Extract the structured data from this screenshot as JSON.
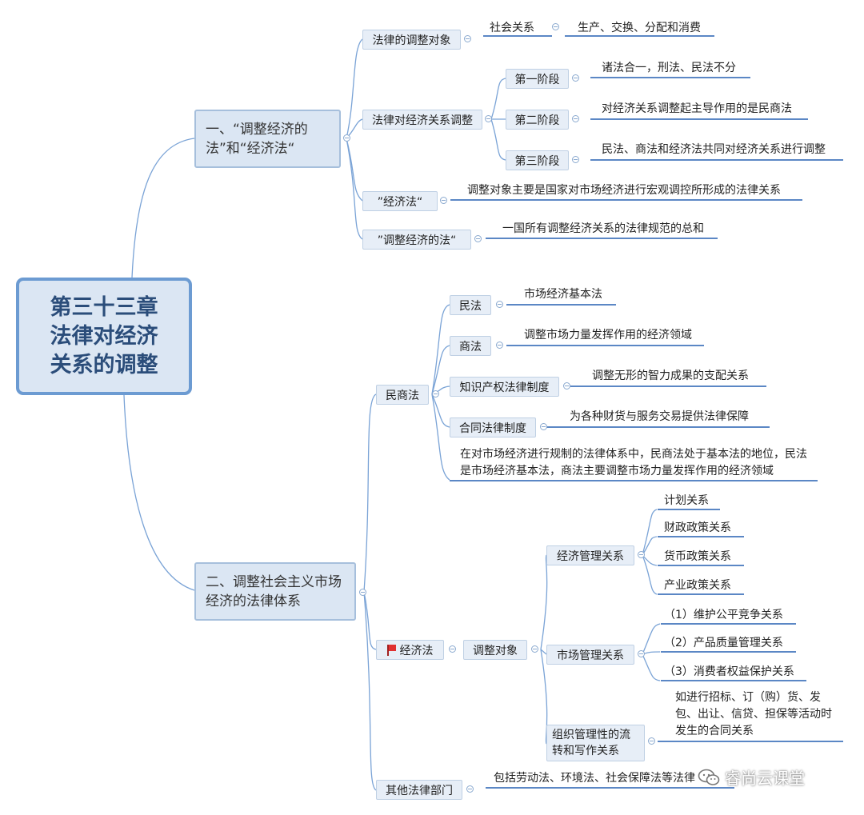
{
  "root": {
    "title": "第三十三章\n法律对经济\n关系的调整"
  },
  "branch1": {
    "title": "一、“调整经济的法”和“经济法“",
    "nodes": {
      "object": {
        "label": "法律的调整对象",
        "child": "社会关系",
        "grandchild": "生产、交换、分配和消费"
      },
      "adjust": {
        "label": "法律对经济关系调整",
        "stages": [
          {
            "label": "第一阶段",
            "desc": "诸法合一，刑法、民法不分"
          },
          {
            "label": "第二阶段",
            "desc": "对经济关系调整起主导作用的是民商法"
          },
          {
            "label": "第三阶段",
            "desc": "民法、商法和经济法共同对经济关系进行调整"
          }
        ]
      },
      "econlaw": {
        "label": "”经济法“",
        "desc": "调整对象主要是国家对市场经济进行宏观调控所形成的法律关系"
      },
      "adjlaw": {
        "label": "”调整经济的法“",
        "desc": "一国所有调整经济关系的法律规范的总和"
      }
    }
  },
  "branch2": {
    "title": "二、调整社会主义市场经济的法律体系",
    "civil": {
      "label": "民商法",
      "items": [
        {
          "label": "民法",
          "desc": "市场经济基本法"
        },
        {
          "label": "商法",
          "desc": "调整市场力量发挥作用的经济领域"
        },
        {
          "label": "知识产权法律制度",
          "desc": "调整无形的智力成果的支配关系"
        },
        {
          "label": "合同法律制度",
          "desc": "为各种财货与服务交易提供法律保障"
        }
      ],
      "summary": "在对市场经济进行规制的法律体系中，民商法处于基本法的地位，民法是市场经济基本法，商法主要调整市场力量发挥作用的经济领域"
    },
    "econ": {
      "label": "经济法",
      "object": "调整对象",
      "mgmt": {
        "label": "经济管理关系",
        "items": [
          "计划关系",
          "财政政策关系",
          "货币政策关系",
          "产业政策关系"
        ]
      },
      "market": {
        "label": "市场管理关系",
        "items": [
          "（1）维护公平竞争关系",
          "（2）产品质量管理关系",
          "（3）消费者权益保护关系"
        ]
      },
      "org": {
        "label": "组织管理性的流转和写作关系",
        "desc": "如进行招标、订（购）货、发包、出让、信贷、担保等活动时发生的合同关系"
      }
    },
    "other": {
      "label": "其他法律部门",
      "desc": "包括劳动法、环境法、社会保障法等法律"
    }
  },
  "watermark": {
    "text": "睿尚云课堂"
  },
  "colors": {
    "line": "#6c9bd2",
    "node_fill": "#dbe6f3",
    "node_border": "#a6bfdc",
    "underline": "#5b87c5"
  }
}
